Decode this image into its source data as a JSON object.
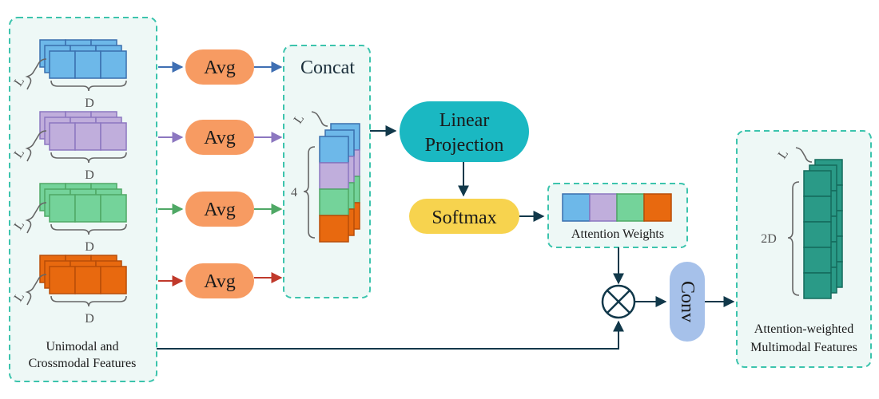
{
  "labels": {
    "avg": "Avg",
    "concat": "Concat",
    "linear_projection_line1": "Linear",
    "linear_projection_line2": "Projection",
    "softmax": "Softmax",
    "conv": "Conv",
    "attention_weights": "Attention Weights",
    "input_caption_line1": "Unimodal and",
    "input_caption_line2": "Crossmodal Features",
    "output_caption_line1": "Attention-weighted",
    "output_caption_line2": "Multimodal Features",
    "dim_L": "L",
    "dim_D": "D",
    "dim_4": "4",
    "dim_2D": "2D",
    "multiply_symbol": "⊗"
  },
  "colors": {
    "blue": "#6db8e9",
    "purple": "#c0aedc",
    "green": "#74d39a",
    "orange": "#e8690f",
    "teal_output": "#2a9a87",
    "avg_pill": "#f79b62",
    "linear_pill": "#1ab8c2",
    "softmax_pill": "#f7d34e",
    "conv_pill": "#a6c1ea",
    "panel_border": "#3cc4ad",
    "arrow": "#11384a"
  },
  "icons": {
    "multiply": "circled-times-icon"
  }
}
